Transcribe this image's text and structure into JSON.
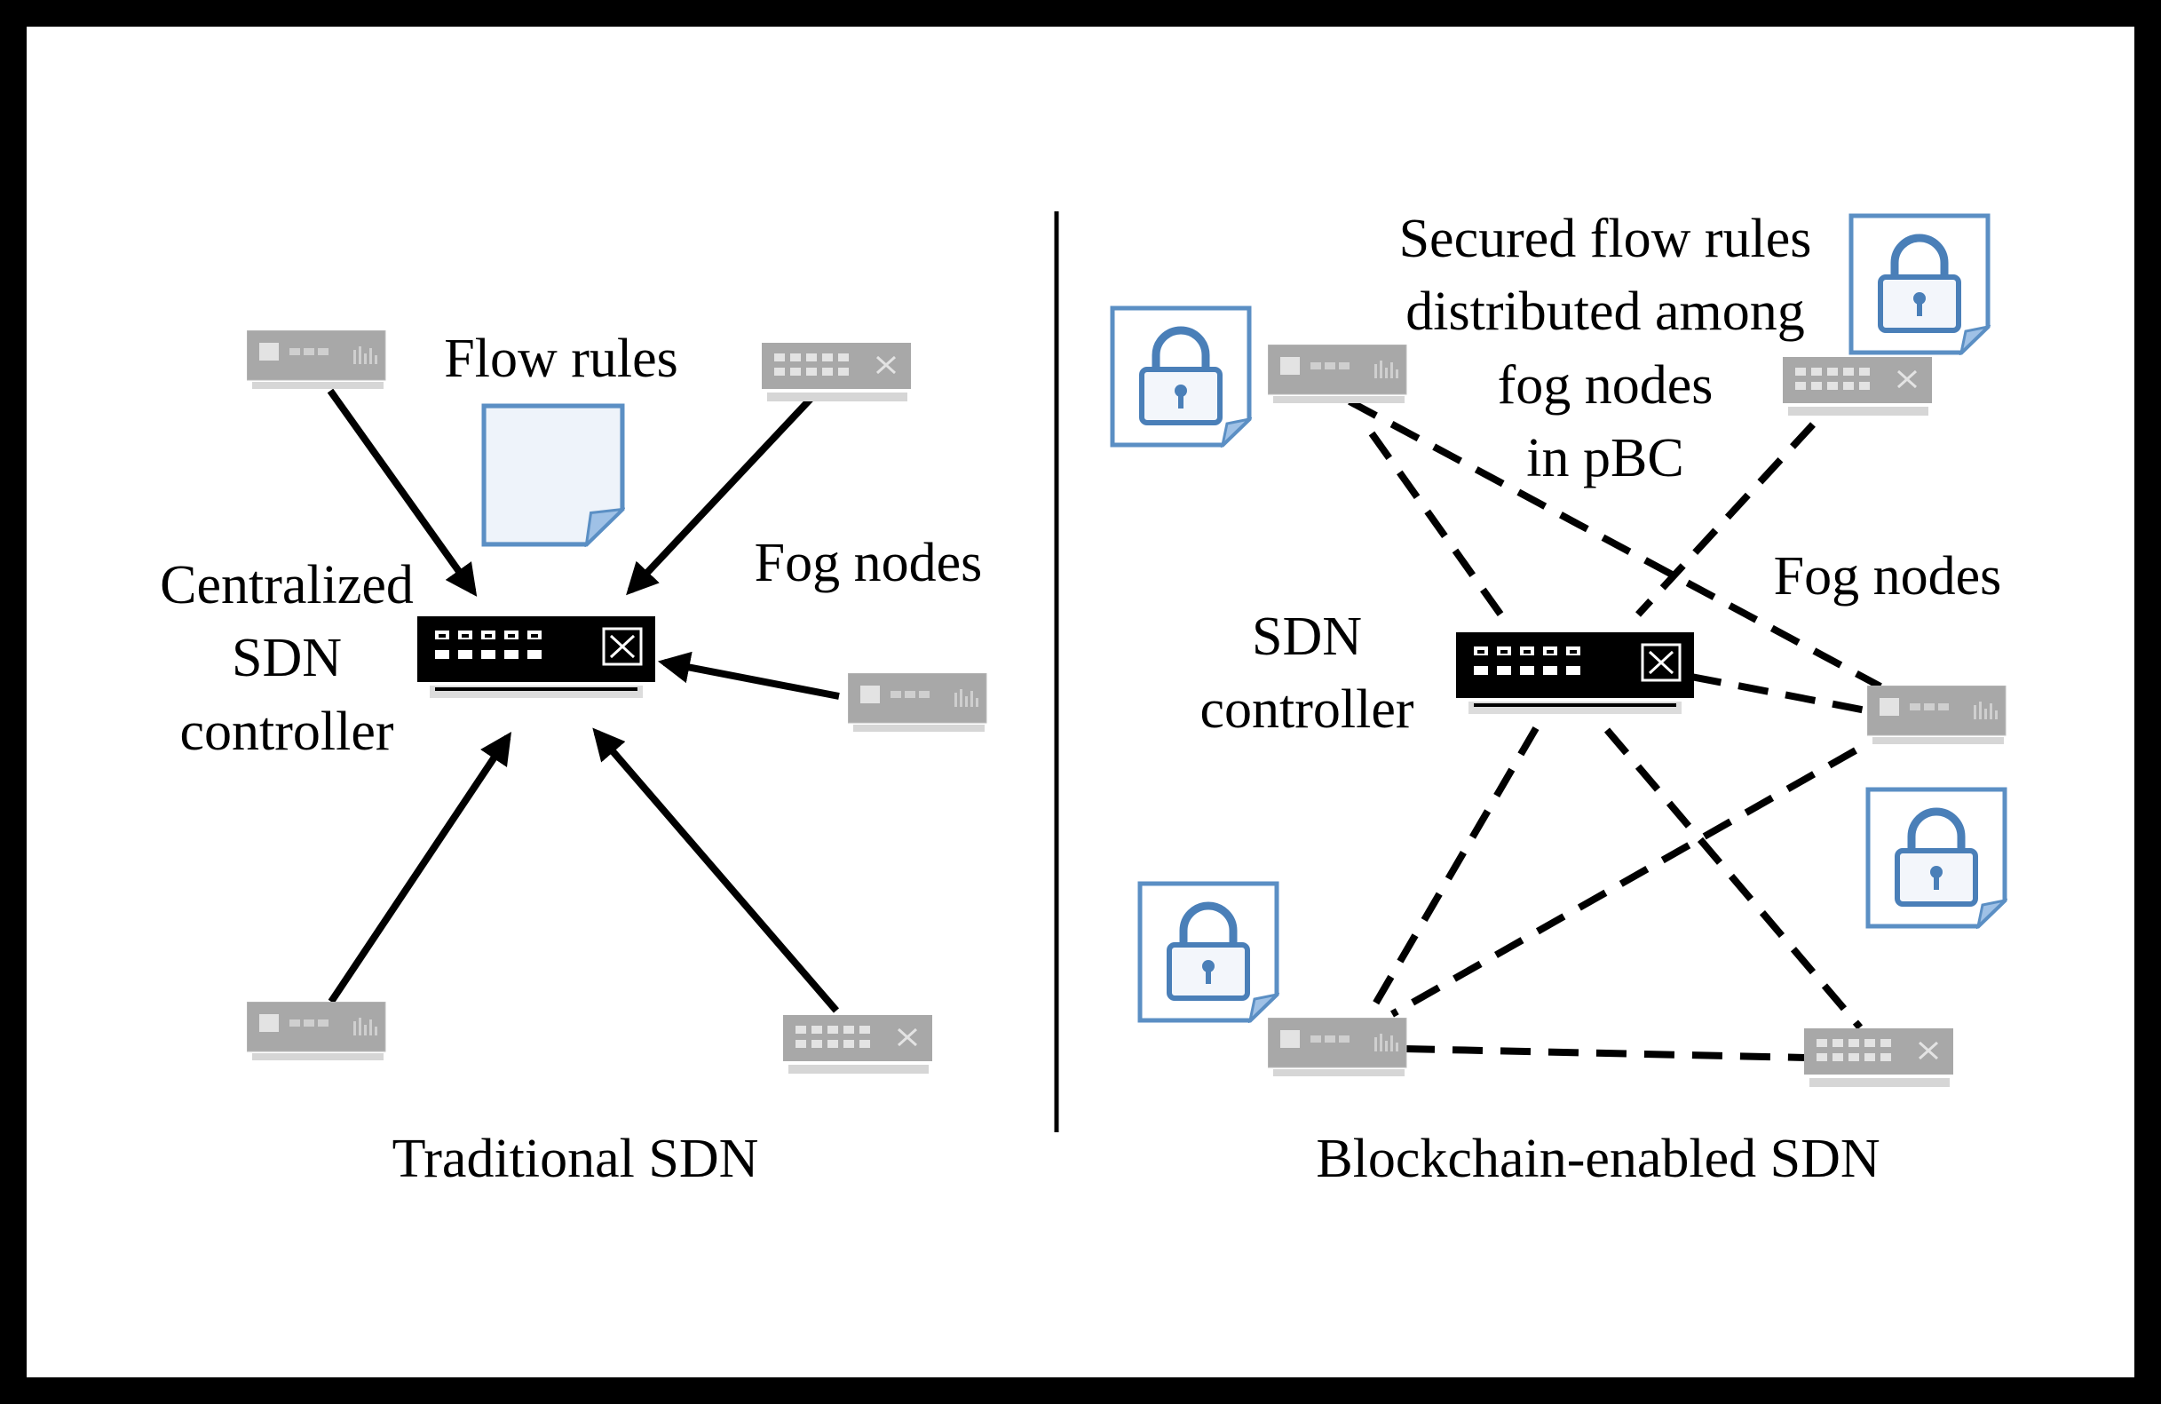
{
  "traditional": {
    "caption": "Traditional SDN",
    "flow_rules_label": "Flow rules",
    "fog_nodes_label": "Fog nodes",
    "controller_label": [
      "Centralized",
      "SDN",
      "controller"
    ]
  },
  "blockchain": {
    "caption": "Blockchain-enabled SDN",
    "secured_label": [
      "Secured flow rules",
      "distributed among",
      "fog nodes",
      "in pBC"
    ],
    "fog_nodes_label": "Fog nodes",
    "controller_label": [
      "SDN",
      "controller"
    ]
  },
  "colors": {
    "frame": "#000000",
    "document_border": "#5b8fc4",
    "document_fill": "#eef3fa",
    "lock": "#4a7fb8",
    "fog_node": "#a8a8a8",
    "controller": "#000000"
  },
  "icons": {
    "controller": "network-switch-icon",
    "fog_server": "server-icon",
    "fog_switch": "switch-icon",
    "document": "document-icon",
    "lock": "lock-icon"
  }
}
